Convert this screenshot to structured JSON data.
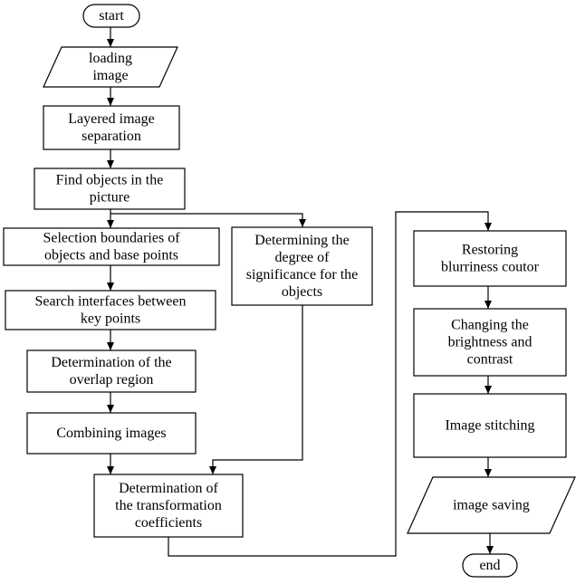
{
  "flowchart": {
    "nodes": {
      "start": {
        "shape": "terminal",
        "lines": [
          "start"
        ]
      },
      "loading": {
        "shape": "parallelogram",
        "lines": [
          "loading",
          "image"
        ]
      },
      "layered": {
        "shape": "process",
        "lines": [
          "Layered image",
          "separation"
        ]
      },
      "find": {
        "shape": "process",
        "lines": [
          "Find objects in the",
          "picture"
        ]
      },
      "selection": {
        "shape": "process",
        "lines": [
          "Selection boundaries of",
          "objects and base points"
        ]
      },
      "significance": {
        "shape": "process",
        "lines": [
          "Determining the",
          "degree of",
          "significance for the",
          "objects"
        ]
      },
      "search": {
        "shape": "process",
        "lines": [
          "Search interfaces between",
          "key points"
        ]
      },
      "overlap": {
        "shape": "process",
        "lines": [
          "Determination of the",
          "overlap region"
        ]
      },
      "combining": {
        "shape": "process",
        "lines": [
          "Combining images"
        ]
      },
      "transform": {
        "shape": "process",
        "lines": [
          "Determination of",
          "the transformation",
          "coefficients"
        ]
      },
      "restoring": {
        "shape": "process",
        "lines": [
          "Restoring",
          "blurriness coutor"
        ]
      },
      "brightness": {
        "shape": "process",
        "lines": [
          "Changing the",
          "brightness and",
          "contrast"
        ]
      },
      "stitching": {
        "shape": "process",
        "lines": [
          "Image stitching"
        ]
      },
      "saving": {
        "shape": "parallelogram",
        "lines": [
          "image saving"
        ]
      },
      "end": {
        "shape": "terminal",
        "lines": [
          "end"
        ]
      }
    },
    "edges": [
      {
        "from": "start",
        "to": "loading"
      },
      {
        "from": "loading",
        "to": "layered"
      },
      {
        "from": "layered",
        "to": "find"
      },
      {
        "from": "find",
        "to": "selection"
      },
      {
        "from": "find",
        "to": "significance"
      },
      {
        "from": "selection",
        "to": "search"
      },
      {
        "from": "search",
        "to": "overlap"
      },
      {
        "from": "overlap",
        "to": "combining"
      },
      {
        "from": "combining",
        "to": "transform"
      },
      {
        "from": "significance",
        "to": "transform"
      },
      {
        "from": "transform",
        "to": "restoring"
      },
      {
        "from": "restoring",
        "to": "brightness"
      },
      {
        "from": "brightness",
        "to": "stitching"
      },
      {
        "from": "stitching",
        "to": "saving"
      },
      {
        "from": "saving",
        "to": "end"
      }
    ]
  }
}
